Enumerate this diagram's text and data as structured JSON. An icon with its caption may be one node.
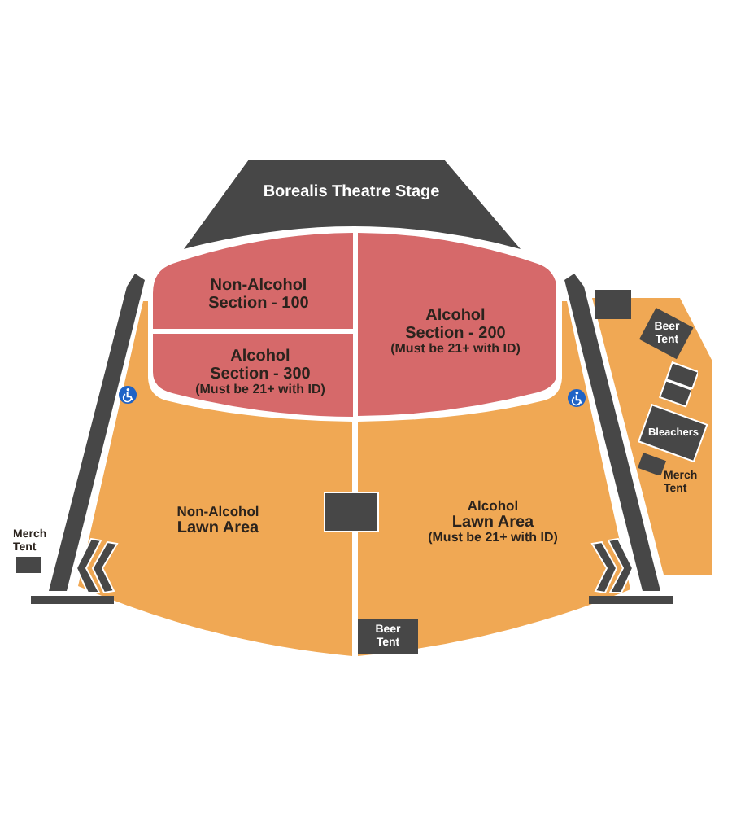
{
  "diagram": {
    "nodes": [
      {
        "text": [
          "Borealis Theatre Stage"
        ]
      },
      {
        "text": [
          "Non-Alcohol Section - 100"
        ]
      },
      {
        "text": [
          "Alcohol Section - 200",
          "(Must be 21+ with ID)"
        ]
      },
      {
        "text": [
          "Alcohol Section - 300",
          "(Must be 21+ with ID)"
        ]
      },
      {
        "text": [],
        "shape": "box"
      },
      {
        "text": [],
        "shape": "box"
      },
      {
        "text": [
          "Beer Tent"
        ],
        "in": 4
      },
      {
        "text": [],
        "shape": "box",
        "in": 4
      },
      {
        "text": [],
        "shape": "box",
        "in": 4
      },
      {
        "text": [
          "Bleachers"
        ],
        "in": 4
      },
      {
        "text": [],
        "shape": "box",
        "in": 4,
        "beside": [
          "Merch Tent"
        ]
      },
      {
        "text": [
          "Non-Alcohol",
          "Lawn Area"
        ]
      },
      {
        "text": [
          "Alcohol",
          "Lawn Area",
          "(Must be 21+ with ID)"
        ]
      },
      {
        "text": [],
        "shape": "box"
      },
      {
        "text": [],
        "shape": "box",
        "beside": [
          "Merch Tent"
        ]
      },
      {
        "text": [
          "Beer Tent"
        ],
        "in": 12
      }
    ]
  }
}
